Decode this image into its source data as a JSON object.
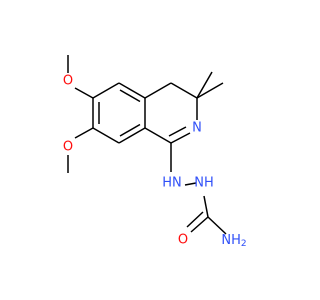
{
  "colors": {
    "carbon_bond": "#000000",
    "oxygen": "#ff0d0d",
    "nitrogen": "#3050f8",
    "background": "#ffffff"
  },
  "atoms": {
    "o_methoxy_top": "O",
    "o_methoxy_bottom": "O",
    "n_ring": "N",
    "nh_hydrazine_1": "HN",
    "nh_hydrazine_2": "NH",
    "o_carbonyl": "O",
    "nh2": "NH",
    "nh2_subscript": "2"
  }
}
